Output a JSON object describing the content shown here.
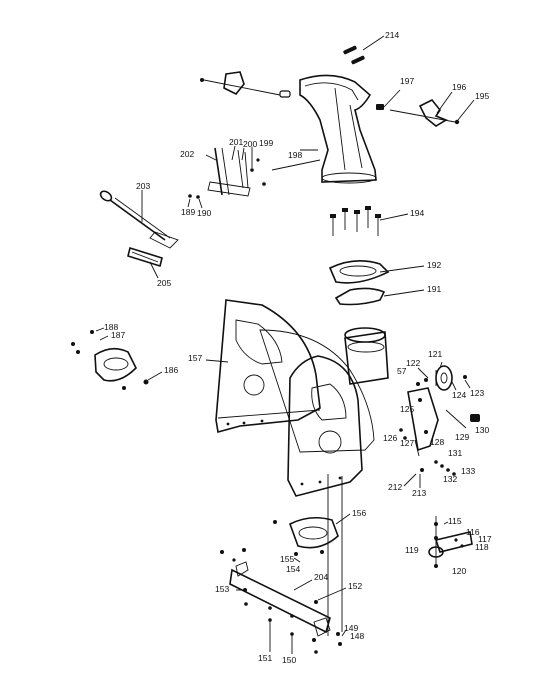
{
  "callouts": {
    "c214": "214",
    "c197": "197",
    "c196": "196",
    "c195": "195",
    "c201": "201",
    "c200": "200",
    "c199": "199",
    "c202": "202",
    "c198": "198",
    "c203": "203",
    "c189": "189",
    "c190": "190",
    "c194": "194",
    "c205": "205",
    "c192": "192",
    "c191": "191",
    "c188": "188",
    "c187": "187",
    "c186": "186",
    "c157": "157",
    "c122": "122",
    "c121": "121",
    "c57": "57",
    "c123": "123",
    "c124": "124",
    "c125": "125",
    "c126": "126",
    "c127": "127",
    "c128": "128",
    "c129": "129",
    "c130": "130",
    "c131": "131",
    "c133": "133",
    "c132": "132",
    "c212": "212",
    "c213": "213",
    "c156": "156",
    "c155": "155",
    "c154": "154",
    "c204": "204",
    "c152": "152",
    "c153": "153",
    "c149": "149",
    "c148": "148",
    "c151": "151",
    "c150": "150",
    "c115": "115",
    "c116": "116",
    "c117": "117",
    "c118": "118",
    "c119": "119",
    "c120": "120"
  }
}
